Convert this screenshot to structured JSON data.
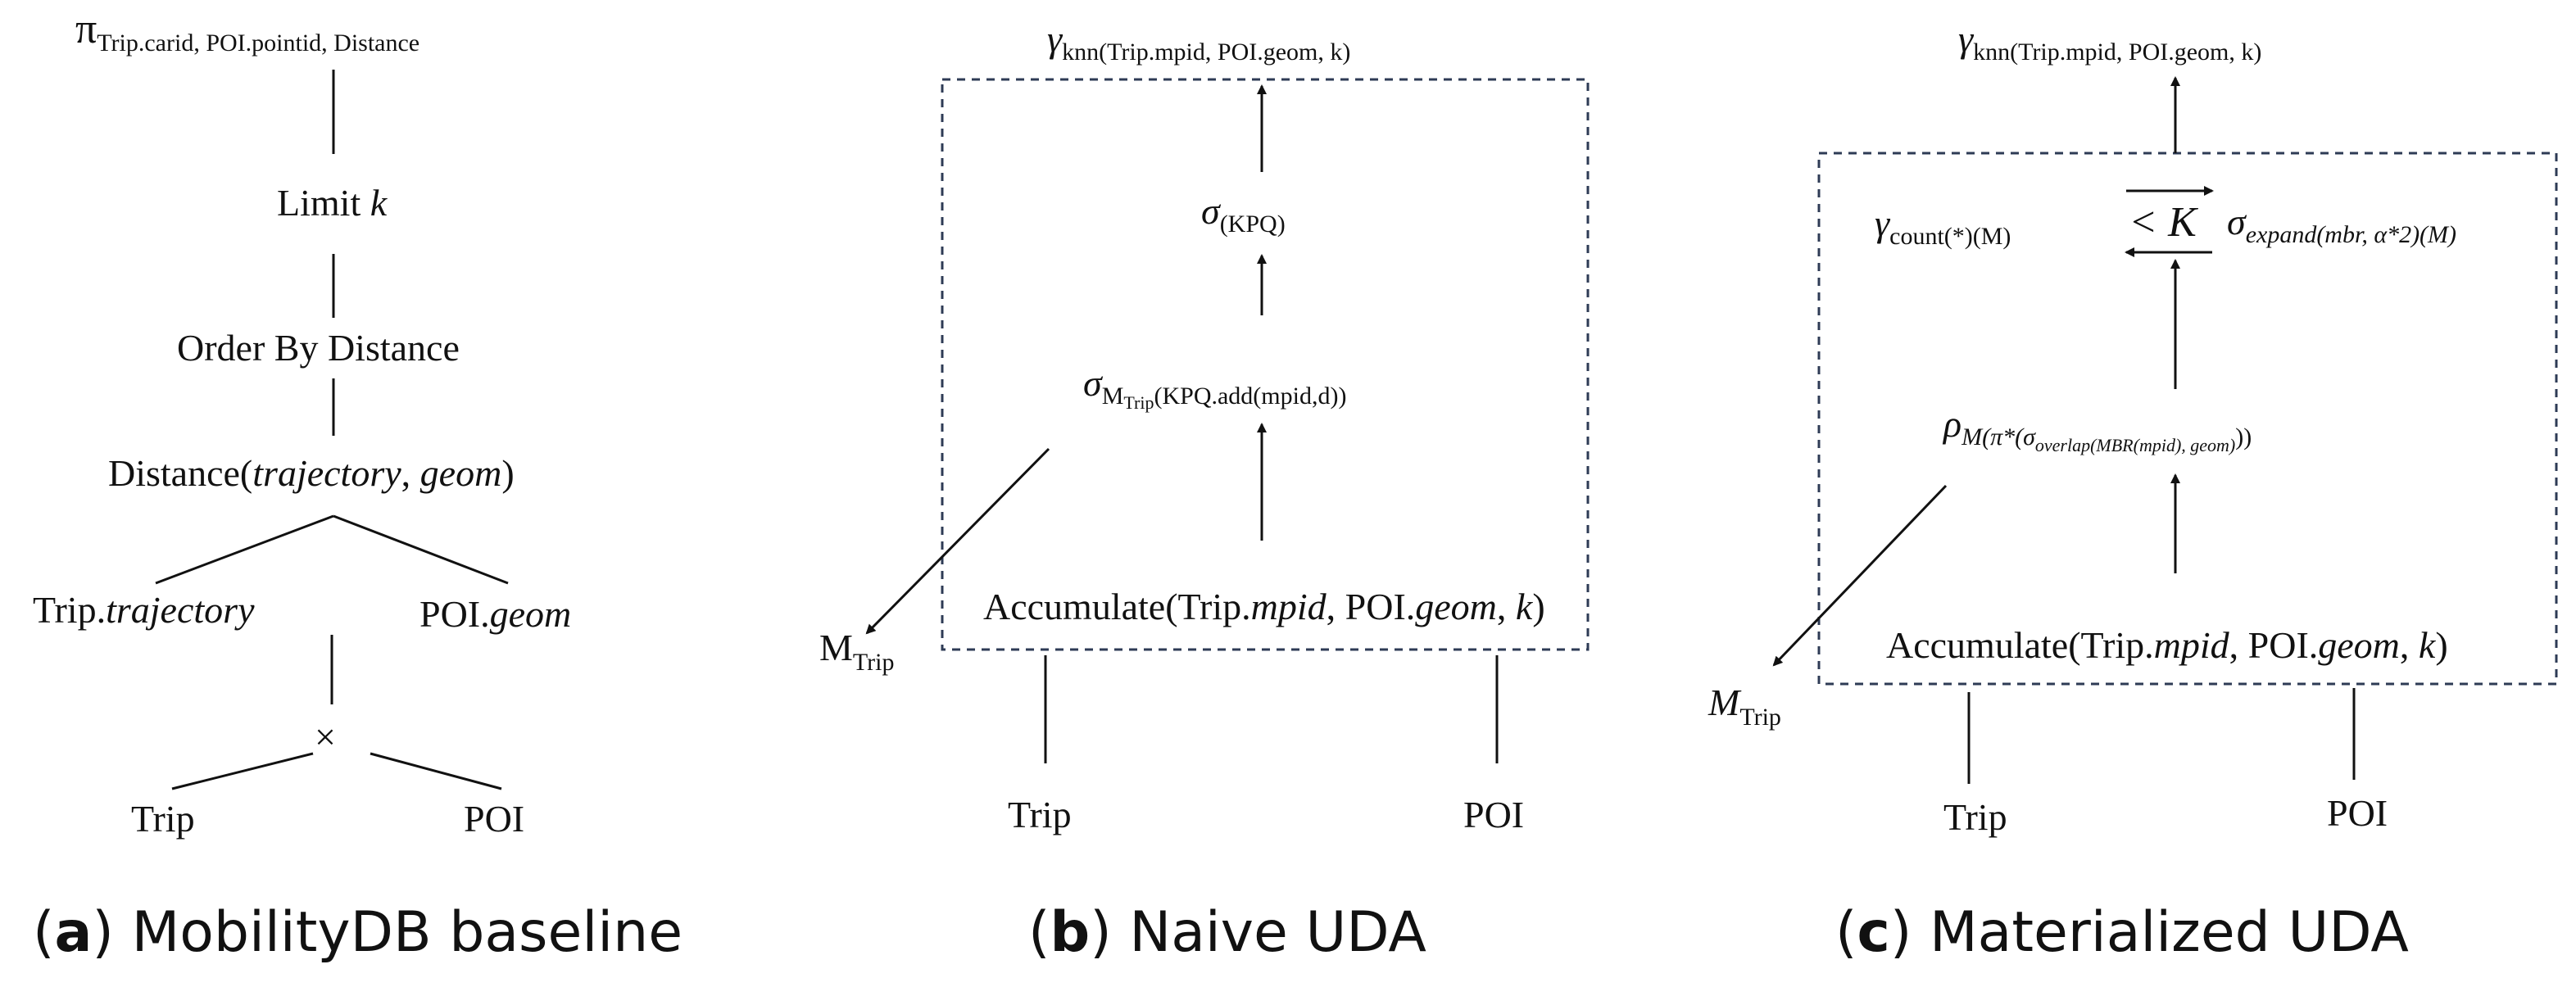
{
  "panel_a": {
    "projection_symbol": "π",
    "projection_args": "Trip.carid, POI.pointid, Distance",
    "limit": "Limit k",
    "order_by": "Order By Distance",
    "distance": "Distance(trajectory, geom)",
    "left_leaf": "Trip.trajectory",
    "right_leaf": "POI.geom",
    "cross": "×",
    "trip": "Trip",
    "poi": "POI",
    "caption_letter": "a",
    "caption_text": "MobilityDB baseline"
  },
  "panel_b": {
    "gamma_symbol": "γ",
    "gamma_sub": "knn(Trip.mpid, POI.geom,  k)",
    "sigma_kpq_symbol": "σ",
    "sigma_kpq_sub": "(KPQ)",
    "sigma_m_symbol": "σ",
    "sigma_m_sub_main": "M",
    "sigma_m_sub_trip": "Trip",
    "sigma_m_sub_rest": "(KPQ.add(mpid,d))",
    "accumulate": "Accumulate(Trip.mpid, POI.geom, k)",
    "m_label": "M",
    "m_sub": "Trip",
    "trip": "Trip",
    "poi": "POI",
    "caption_letter": "b",
    "caption_text": "Naive UDA"
  },
  "panel_c": {
    "gamma_symbol": "γ",
    "gamma_sub": "knn(Trip.mpid, POI.geom, k)",
    "gamma_count_symbol": "γ",
    "gamma_count_sub": "count(*)(M)",
    "compare": "< K",
    "sigma_expand_symbol": "σ",
    "sigma_expand_sub": "expand(mbr, α*2)(M)",
    "rho_symbol": "ρ",
    "rho_sub": "M(π*(σ",
    "rho_subsub": "overlap(MBR(mpid), geom)",
    "rho_close": "))",
    "accumulate": "Accumulate(Trip.mpid, POI.geom, k)",
    "m_label": "M",
    "m_sub": "Trip",
    "trip": "Trip",
    "poi": "POI",
    "caption_letter": "c",
    "caption_text": "Materialized UDA"
  }
}
